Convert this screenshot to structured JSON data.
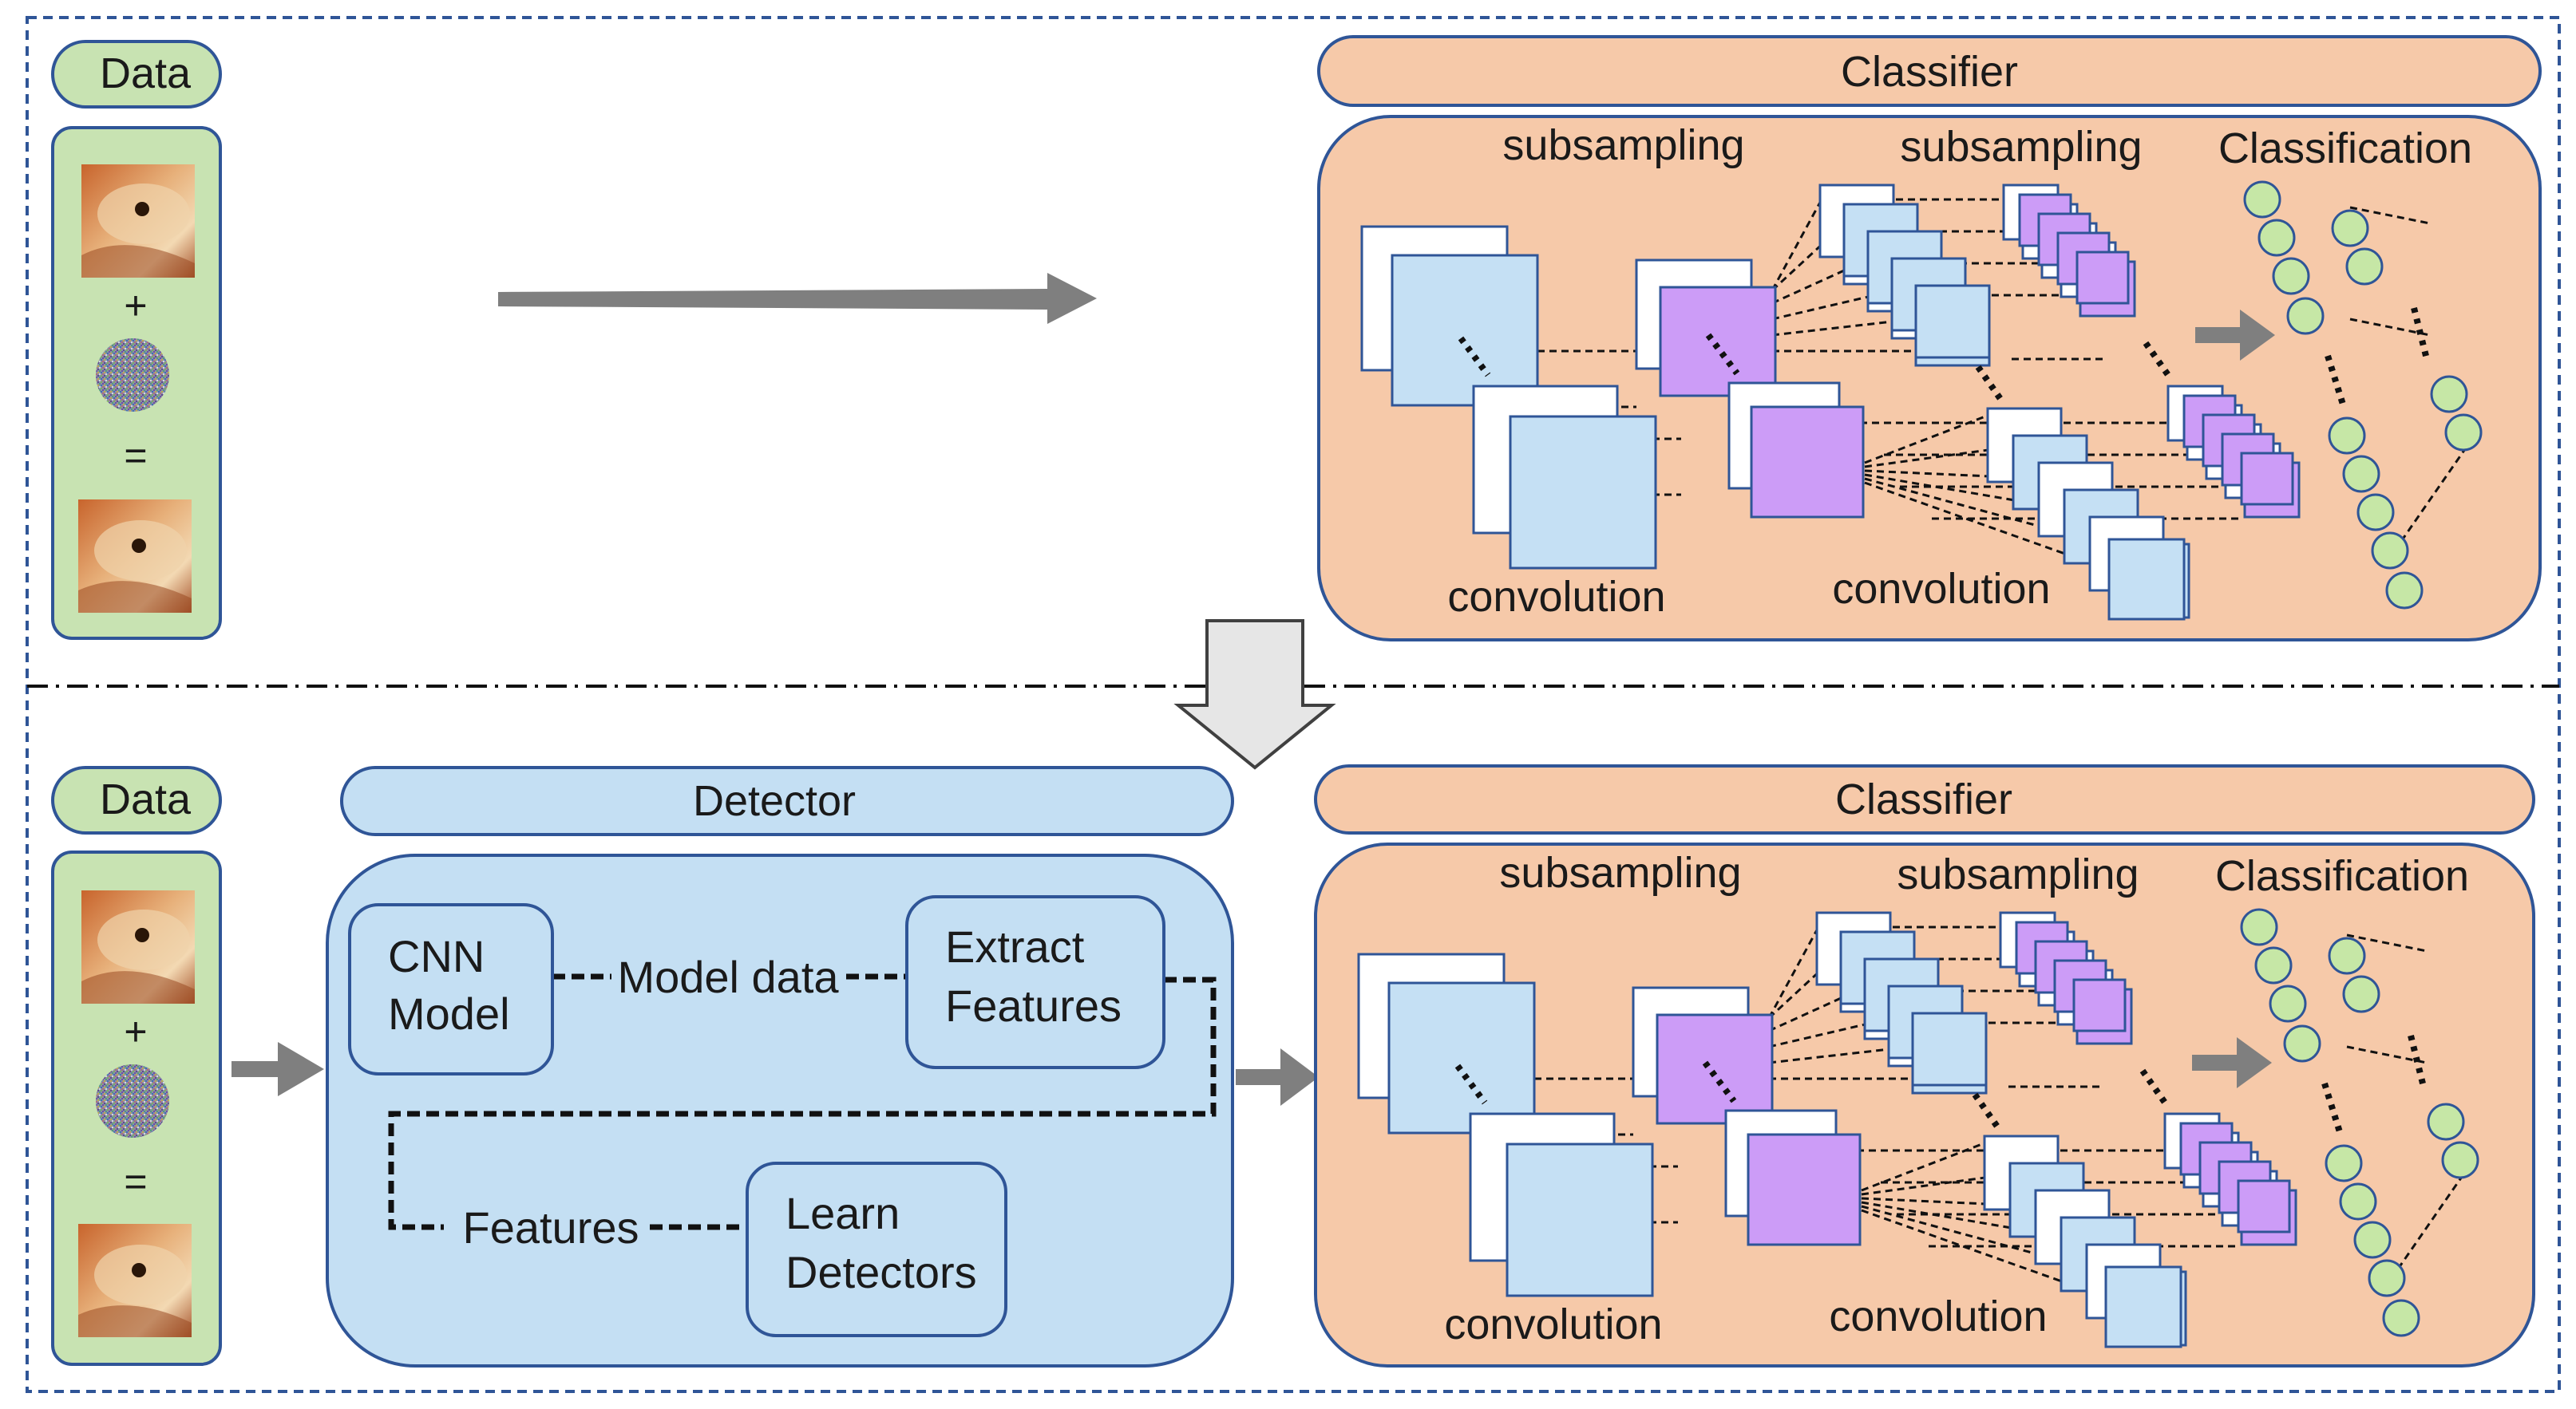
{
  "colors": {
    "frame": "#2f5597",
    "data_fill": "#c8e3b2",
    "classifier_fill": "#f6c9a9",
    "detector_fill": "#c4dff3",
    "map_blue": "#c5e0f4",
    "map_purple": "#cc9cf7",
    "neuron": "#c6e7a6",
    "arrow": "#7f7f7f"
  },
  "top": {
    "data": {
      "label": "Data",
      "plus": "+",
      "equals": "=",
      "image_icons": [
        "guinea-pig-photo",
        "noise-pattern",
        "guinea-pig-photo-perturbed"
      ]
    },
    "classifier": {
      "title": "Classifier",
      "labels": {
        "subsampling_1": "subsampling",
        "subsampling_2": "subsampling",
        "classification": "Classification",
        "convolution_1": "convolution",
        "convolution_2": "convolution"
      }
    }
  },
  "bottom": {
    "data": {
      "label": "Data",
      "plus": "+",
      "equals": "=",
      "image_icons": [
        "guinea-pig-photo",
        "noise-pattern",
        "guinea-pig-photo-perturbed"
      ]
    },
    "detector": {
      "title": "Detector",
      "cnn_model": [
        "CNN",
        "Model"
      ],
      "model_data": "Model data",
      "extract_features": [
        "Extract",
        "Features"
      ],
      "features": "Features",
      "learn_detectors": [
        "Learn",
        "Detectors"
      ]
    },
    "classifier": {
      "title": "Classifier",
      "labels": {
        "subsampling_1": "subsampling",
        "subsampling_2": "subsampling",
        "classification": "Classification",
        "convolution_1": "convolution",
        "convolution_2": "convolution"
      }
    }
  }
}
